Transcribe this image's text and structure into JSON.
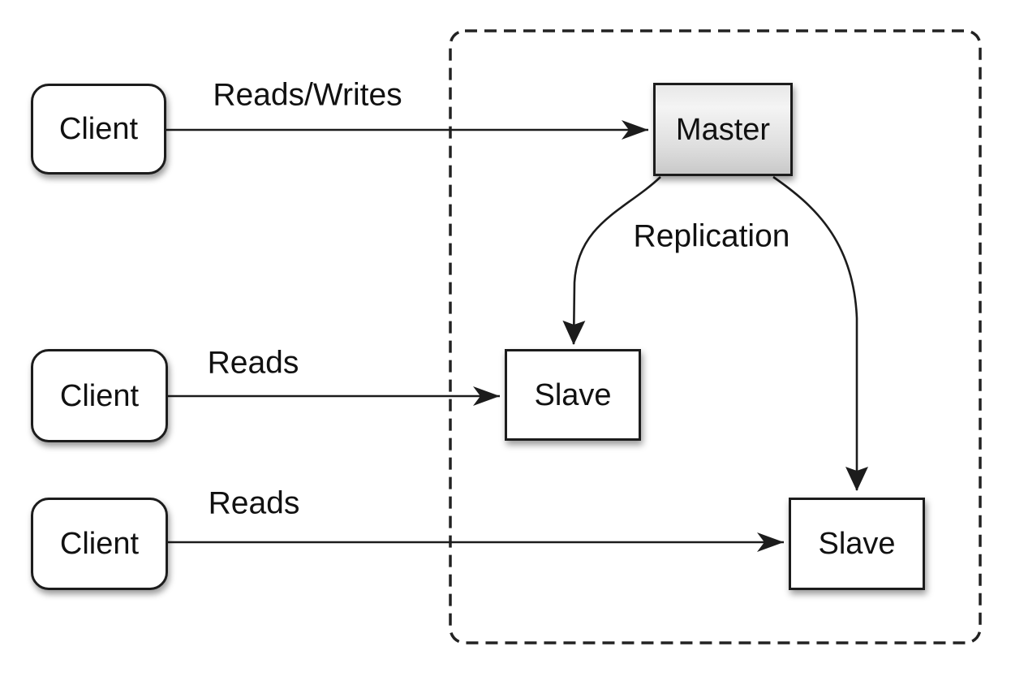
{
  "diagram": {
    "nodes": {
      "client1": {
        "label": "Client"
      },
      "client2": {
        "label": "Client"
      },
      "client3": {
        "label": "Client"
      },
      "master": {
        "label": "Master"
      },
      "slave_left": {
        "label": "Slave"
      },
      "slave_right": {
        "label": "Slave"
      }
    },
    "edge_labels": {
      "reads_writes": "Reads/Writes",
      "reads_middle": "Reads",
      "reads_bottom": "Reads",
      "replication": "Replication"
    },
    "colors": {
      "background": "#ffffff",
      "line": "#1c1c1c",
      "node_border": "#1c1c1c",
      "node_fill": "#ffffff",
      "master_gradient_top": "#e8e8e8",
      "master_gradient_bottom": "#c9c9c9",
      "text": "#111111"
    }
  }
}
